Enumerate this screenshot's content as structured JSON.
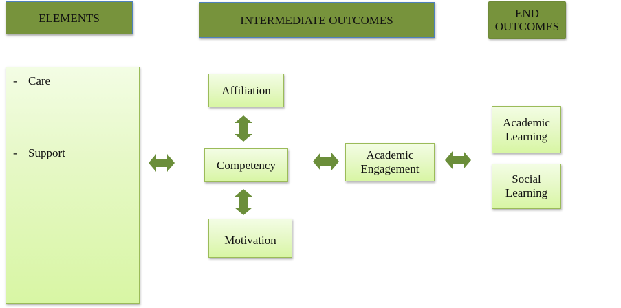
{
  "headers": {
    "elements": "ELEMENTS",
    "intermediate": "INTERMEDIATE OUTCOMES",
    "end_line1": "END",
    "end_line2": "OUTCOMES"
  },
  "elements": {
    "items": [
      {
        "bullet": "-",
        "label": "Care"
      },
      {
        "bullet": "-",
        "label": "Support"
      }
    ]
  },
  "intermediate": {
    "affiliation": "Affiliation",
    "competency": "Competency",
    "motivation": "Motivation",
    "engagement_line1": "Academic",
    "engagement_line2": "Engagement"
  },
  "end_outcomes": {
    "academic_line1": "Academic",
    "academic_line2": "Learning",
    "social_line1": "Social",
    "social_line2": "Learning"
  },
  "colors": {
    "header_fill": "#77933c",
    "header_border": "#4f81bd",
    "box_border": "#9bbb59",
    "box_fill_top": "#f3fde4",
    "box_fill_bottom": "#d8f6a4",
    "arrow_fill": "#6b8e3a"
  }
}
